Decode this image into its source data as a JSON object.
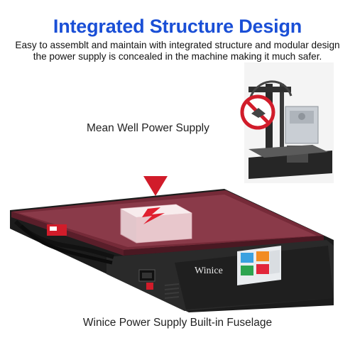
{
  "header": {
    "title": "Integrated Structure Design",
    "description": "Easy to assemblt and maintain with integrated structure and modular design the power supply is concealed in the machine making it much safer."
  },
  "labels": {
    "power_supply": "Mean Well Power Supply",
    "fuselage": "Winice Power Supply Built-in Fuselage"
  },
  "device": {
    "brand": "Winice"
  },
  "colors": {
    "title": "#1a4fd6",
    "accent_red": "#d11c2a",
    "bed": "#7a2b3a",
    "frame": "#1f1f1f"
  },
  "icons": [
    "no-entry-icon",
    "lightning-icon",
    "arrow-down-icon"
  ]
}
